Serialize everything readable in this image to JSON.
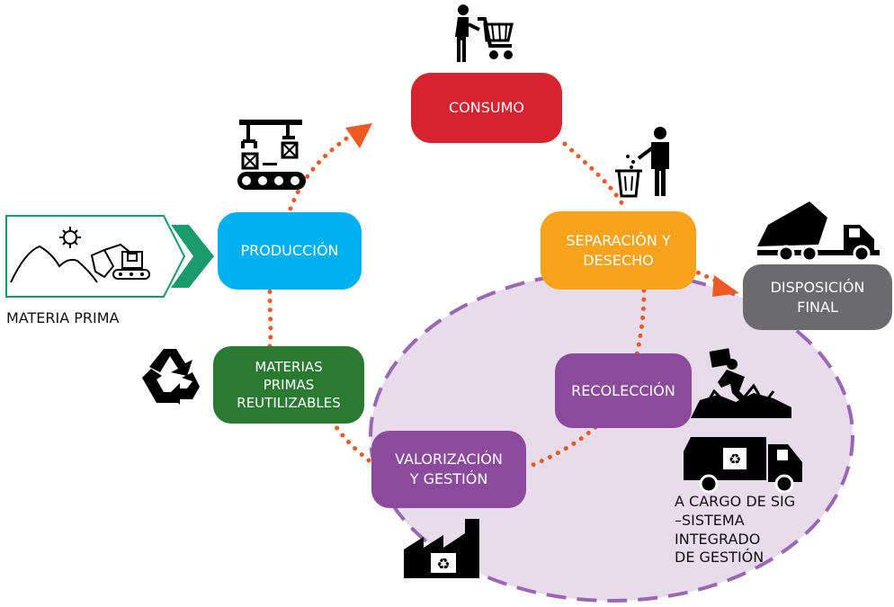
{
  "colors": {
    "consumo": "#d7222f",
    "produccion": "#00b0ef",
    "separacion": "#f9a21b",
    "disposicion": "#6b6b6e",
    "materias": "#2b7a32",
    "purple": "#8b4a9c",
    "ellipse_fill": "#e8dcec",
    "ellipse_stroke": "#9a68b2",
    "dots": "#ee5a24",
    "arrow_green": "#1a9b6b"
  },
  "nodes": {
    "consumo": "CONSUMO",
    "produccion": "PRODUCCIÓN",
    "separacion": "SEPARACIÓN Y\nDESECHO",
    "disposicion": "DISPOSICIÓN\nFINAL",
    "materias": "MATERIAS\nPRIMAS\nREUTILIZABLES",
    "recoleccion": "RECOLECCIÓN",
    "valorizacion": "VALORIZACIÓN\nY GESTIÓN"
  },
  "labels": {
    "materia_prima": "MATERIA PRIMA",
    "sig": "A CARGO DE SIG\n–SISTEMA\nINTEGRADO\nDE GESTIÓN"
  },
  "icons": {
    "cart": "shopping-cart-person-icon",
    "factory_arm": "robotic-arm-conveyor-icon",
    "trash": "person-trash-bin-icon",
    "dump": "dump-truck-icon",
    "recycle": "recycle-icon",
    "picker": "waste-picker-icon",
    "garbage_truck": "garbage-truck-icon",
    "factory": "recycling-factory-icon",
    "raw": "raw-material-mining-icon"
  }
}
